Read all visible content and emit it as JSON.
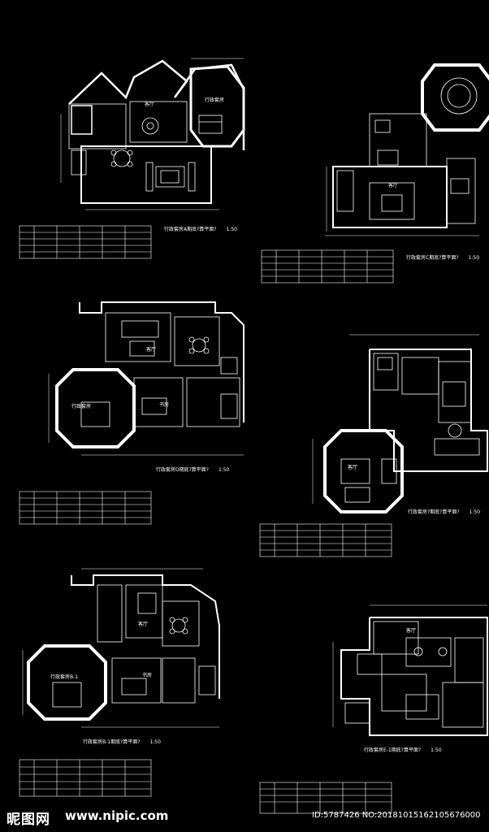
{
  "sheets": [
    {
      "caption": "行政套房A期底?算平面?",
      "scale": "1:50"
    },
    {
      "caption": "行政套房C期底?算平面?",
      "scale": "1:50"
    },
    {
      "caption": "行政套房D期底?算平面?",
      "scale": "1:50"
    },
    {
      "caption": "行政套房?期底?算平面?",
      "scale": "1:50"
    },
    {
      "caption": "行政套房B-1期底?算平面?",
      "scale": "1:50"
    },
    {
      "caption": "行政套房E-1期底?算平面?",
      "scale": "1:50"
    }
  ],
  "room_labels": {
    "a_1": "客厅",
    "a_2": "行政套房",
    "b_1": "客厅",
    "d_1": "客厅",
    "d_2": "行政套房",
    "d_3": "书房",
    "c_1": "客厅",
    "e_1": "客厅",
    "e_2": "行政套房B-1",
    "e_3": "书房",
    "f_1": "客厅"
  },
  "watermark": {
    "logo": "昵图网",
    "url": "www.nipic.com",
    "id": "ID:5787426 NO:20181015162105676000"
  },
  "colors": {
    "background": "#000000",
    "linework": "#ffffff"
  }
}
